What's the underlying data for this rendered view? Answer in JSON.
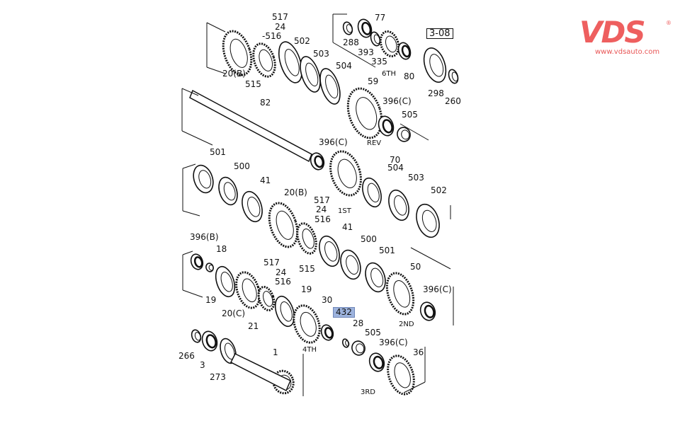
{
  "logo": {
    "brand": "VDS",
    "registered": "®",
    "url": "www.vdsauto.com",
    "color": "#ee5f5f"
  },
  "labels": [
    "517",
    "24",
    "-516",
    "20(B)",
    "515",
    "502",
    "503",
    "504",
    "288",
    "393",
    "77",
    "335",
    "6TH",
    "80",
    "3-08",
    "298",
    "260",
    "82",
    "59",
    "396(C)",
    "505",
    "396(C)",
    "REV",
    "70",
    "501",
    "500",
    "41",
    "504",
    "503",
    "502",
    "20(B)",
    "517",
    "24",
    "516",
    "1ST",
    "41",
    "500",
    "501",
    "515",
    "396(B)",
    "18",
    "517",
    "24",
    "516",
    "50",
    "396(C)",
    "19",
    "19",
    "30",
    "432",
    "20(C)",
    "21",
    "2ND",
    "28",
    "505",
    "396(C)",
    "4TH",
    "36",
    "266",
    "1",
    "3",
    "273",
    "3RD"
  ],
  "highlight": {
    "part": "432",
    "color": "#9db3dd"
  }
}
